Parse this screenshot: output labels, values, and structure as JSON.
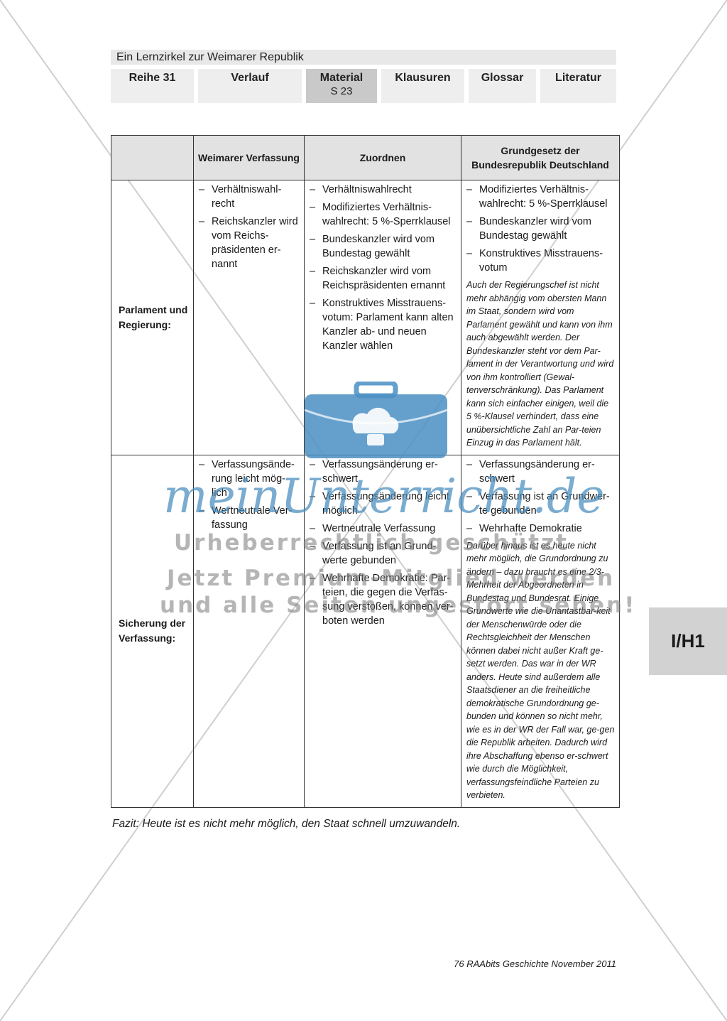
{
  "header": {
    "title": "Ein Lernzirkel zur Weimarer Republik",
    "nav": [
      {
        "label": "Reihe 31",
        "sub": ""
      },
      {
        "label": "Verlauf",
        "sub": ""
      },
      {
        "label": "Material",
        "sub": "S 23"
      },
      {
        "label": "Klausuren",
        "sub": ""
      },
      {
        "label": "Glossar",
        "sub": ""
      },
      {
        "label": "Literatur",
        "sub": ""
      }
    ]
  },
  "table": {
    "headers": [
      "",
      "Weimarer Verfassung",
      "Zuordnen",
      "Grundgesetz der Bundesrepublik Deutschland"
    ],
    "rows": [
      {
        "label": "Parlament und Regierung:",
        "weimar": [
          "Verhältniswahl-recht",
          "Reichskanzler wird vom Reichs-präsidenten er-nannt"
        ],
        "zuordnen": [
          "Verhältniswahlrecht",
          "Modifiziertes Verhältnis-wahlrecht: 5 %-Sperrklausel",
          "Bundeskanzler wird vom Bundestag gewählt",
          "Reichskanzler wird vom Reichspräsidenten ernannt",
          "Konstruktives Misstrauens-votum: Parlament kann alten Kanzler ab- und neuen Kanzler wählen"
        ],
        "gg": [
          "Modifiziertes Verhältnis-wahlrecht: 5 %-Sperrklausel",
          "Bundeskanzler wird vom Bundestag gewählt",
          "Konstruktives Misstrauens-votum"
        ],
        "note": "Auch der Regierungschef ist nicht mehr abhängig vom obersten Mann im Staat, sondern wird vom Parlament gewählt und kann von ihm auch abgewählt werden. Der Bundeskanzler steht vor dem Par-lament in der Verantwortung und wird von ihm kontrolliert (Gewal-tenverschränkung). Das Parlament kann sich einfacher einigen, weil die 5 %-Klausel verhindert, dass eine unübersichtliche Zahl an Par-teien Einzug in das Parlament hält."
      },
      {
        "label": "Sicherung der Verfassung:",
        "weimar": [
          "Verfassungsände-rung leicht mög-lich",
          "Wertneutrale Ver-fassung"
        ],
        "zuordnen": [
          "Verfassungsänderung er-schwert",
          "Verfassungsänderung leicht möglich",
          "Wertneutrale Verfassung",
          "Verfassung ist an Grund-werte gebunden",
          "Wehrhafte Demokratie: Par-teien, die gegen die Verfas-sung verstoßen, können ver-boten werden"
        ],
        "gg": [
          "Verfassungsänderung er-schwert",
          "Verfassung ist an Grundwer-te gebunden",
          "Wehrhafte Demokratie"
        ],
        "note": "Darüber hinaus ist es heute nicht mehr möglich, die Grundordnung zu ändern – dazu braucht es eine 2/3-Mehrheit der Abgeordneten in Bundestag und Bundesrat. Einige Grundwerte wie die Unantastbar-keit der Menschenwürde oder die Rechtsgleichheit der Menschen können dabei nicht außer Kraft ge-setzt werden. Das war in der WR anders. Heute sind außerdem alle Staatsdiener an die freiheitliche demokratische Grundordnung ge-bunden und können so nicht mehr, wie es in der WR der Fall war, ge-gen die Republik arbeiten. Dadurch wird ihre Abschaffung ebenso er-schwert wie durch die Möglichkeit, verfassungsfeindliche Parteien zu verbieten."
      }
    ]
  },
  "watermark": {
    "brand": "meinUnterricht.de",
    "line1": "Urheberrechtlich geschützt",
    "line2": "Jetzt Premium-Mitglied werden",
    "line3": "und alle Seiten ungestört sehen!"
  },
  "fazit": "Fazit: Heute ist es nicht mehr möglich, den Staat schnell umzuwandeln.",
  "footer": "76 RAAbits Geschichte November 2011",
  "side_tab": "I/H1",
  "colors": {
    "stamp": "#4a8fc4",
    "watermark_text": "#468cbe"
  }
}
